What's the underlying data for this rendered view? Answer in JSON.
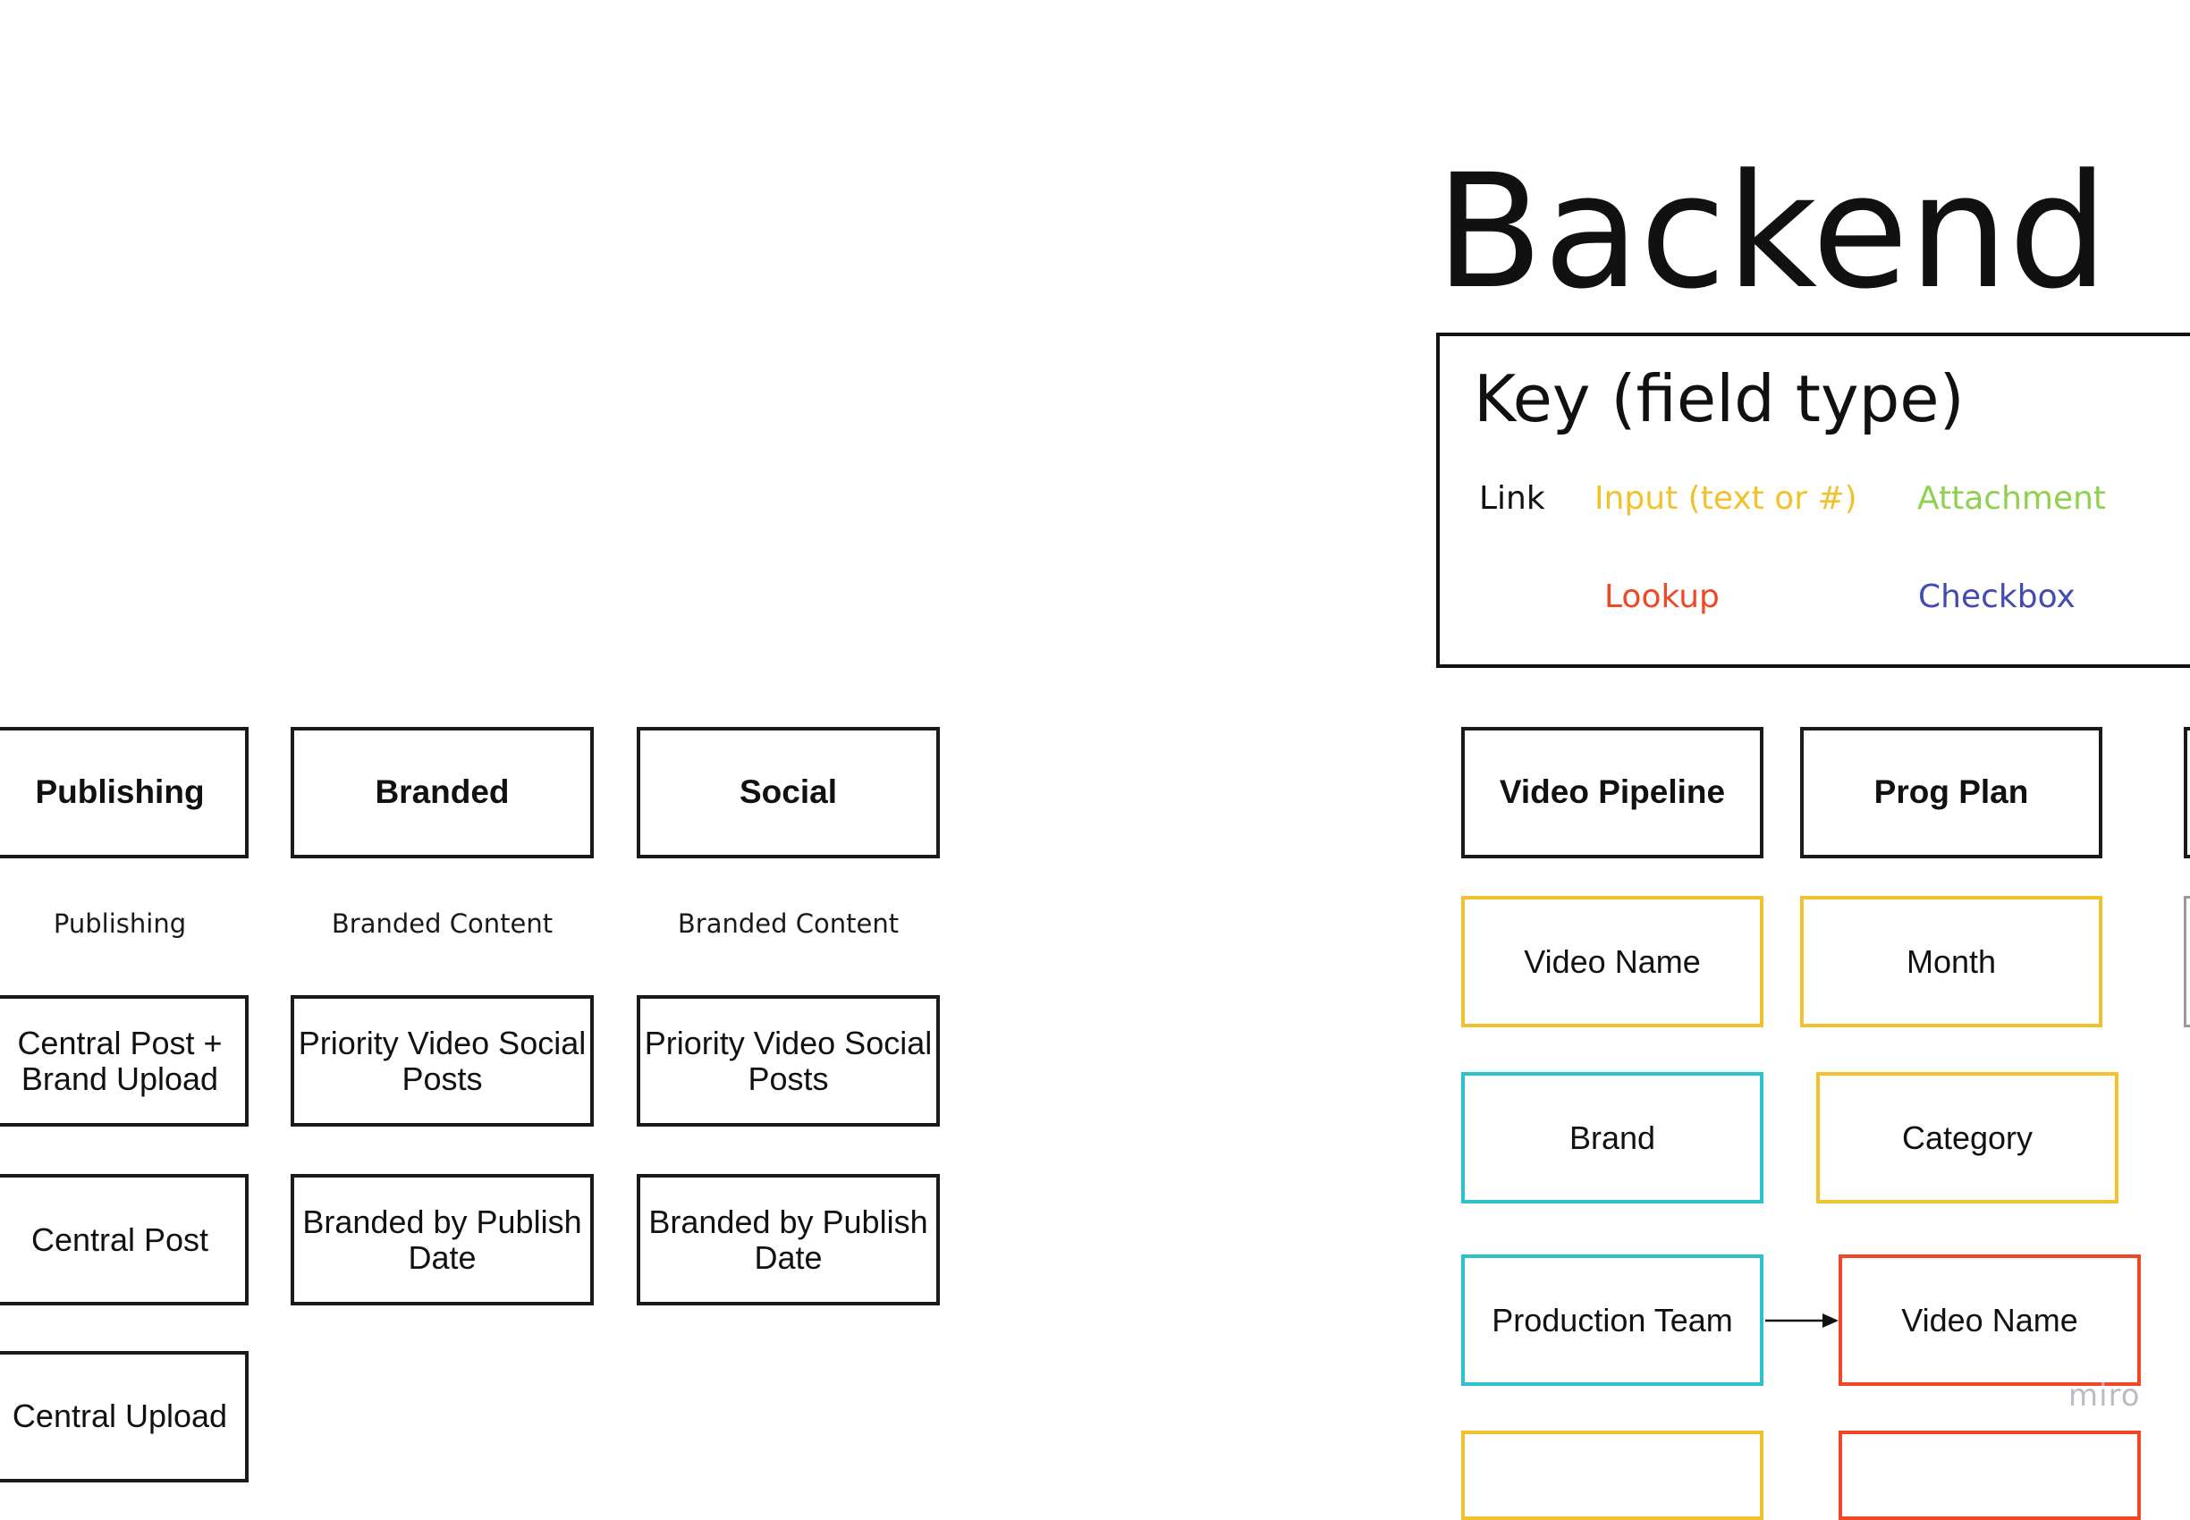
{
  "title": "Backend",
  "key": {
    "title": "Key (field type)",
    "items": [
      {
        "label": "Link",
        "color": "#111111"
      },
      {
        "label": "Input (text or #)",
        "color": "#f2c12e"
      },
      {
        "label": "Attachment",
        "color": "#8fd14f"
      },
      {
        "label": "Lookup",
        "color": "#f24726"
      },
      {
        "label": "Checkbox",
        "color": "#414bb2"
      }
    ]
  },
  "left_columns": [
    {
      "header": "Publishing",
      "caption": "Publishing",
      "items": [
        "Central Post +\nBrand Upload",
        "Central Post",
        "Central Upload"
      ]
    },
    {
      "header": "Branded",
      "caption": "Branded Content",
      "items": [
        "Priority Video Social\nPosts",
        "Branded by Publish\nDate"
      ]
    },
    {
      "header": "Social",
      "caption": "Branded Content",
      "items": [
        "Priority Video Social\nPosts",
        "Branded by Publish\nDate"
      ]
    }
  ],
  "backend_tables": {
    "video_pipeline": {
      "header": "Video Pipeline",
      "fields": [
        {
          "label": "Video Name",
          "color": "#f2c12e"
        },
        {
          "label": "Brand",
          "color": "#2bc3c9"
        },
        {
          "label": "Production Team",
          "color": "#2bc3c9"
        }
      ]
    },
    "prog_plan": {
      "header": "Prog Plan",
      "fields": [
        {
          "label": "Month",
          "color": "#f2c12e"
        },
        {
          "label": "Category",
          "color": "#f2c12e"
        },
        {
          "label": "Video Name",
          "color": "#f24726"
        }
      ]
    }
  },
  "colors": {
    "link": "#111111",
    "input": "#f2c12e",
    "attachment": "#8fd14f",
    "lookup": "#f24726",
    "checkbox": "#414bb2",
    "linked_table": "#2bc3c9",
    "partial_box": "#9a9a9a"
  },
  "watermark": "miro"
}
